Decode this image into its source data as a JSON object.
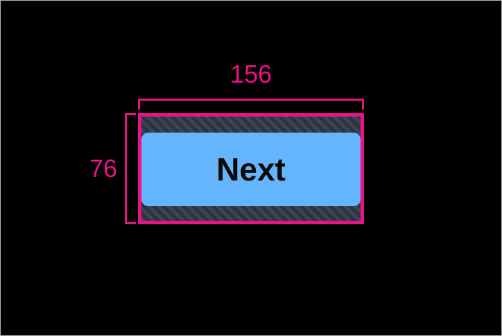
{
  "canvas": {
    "background_color": "#000000",
    "border_color": "#b8b8b8"
  },
  "inspector": {
    "accent_color": "#ec1186",
    "padding_fill_color": "#2e3640",
    "content_color": "#64b5fb"
  },
  "measurement": {
    "width": {
      "value": "156",
      "axis": "horizontal"
    },
    "height": {
      "value": "76",
      "axis": "vertical"
    }
  },
  "element": {
    "label": "Next",
    "text_color": "#0a0a0a",
    "background_color": "#64b5fb"
  }
}
